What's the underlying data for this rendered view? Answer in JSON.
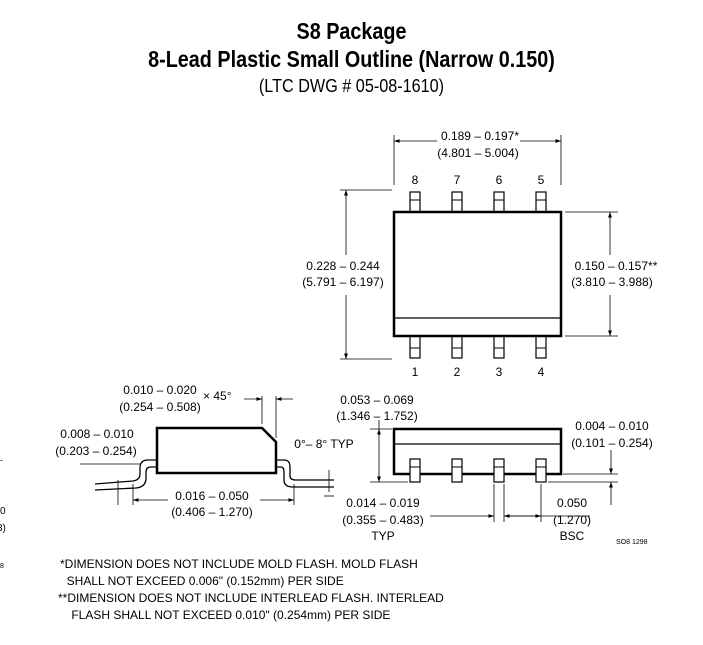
{
  "header": {
    "title": "S8 Package",
    "subtitle": "8-Lead Plastic Small Outline (Narrow 0.150)",
    "drawing_number": "(LTC DWG # 05-08-1610)"
  },
  "top_view": {
    "length_in": "0.189 – 0.197*",
    "length_mm": "(4.801 – 5.004)",
    "overall_width_in": "0.228 – 0.244",
    "overall_width_mm": "(5.791 – 6.197)",
    "body_width_in": "0.150 – 0.157**",
    "body_width_mm": "(3.810 – 3.988)",
    "pins_top": [
      "8",
      "7",
      "6",
      "5"
    ],
    "pins_bottom": [
      "1",
      "2",
      "3",
      "4"
    ]
  },
  "side_view": {
    "chamfer_in": "0.010 – 0.020",
    "chamfer_mm": "(0.254 – 0.508)",
    "chamfer_angle": "× 45°",
    "lead_thickness_in": "0.008 – 0.010",
    "lead_thickness_mm": "(0.203 – 0.254)",
    "foot_angle": "0°– 8° TYP",
    "foot_length_in": "0.016 – 0.050",
    "foot_length_mm": "(0.406 – 1.270)"
  },
  "front_view": {
    "height_in": "0.053 – 0.069",
    "height_mm": "(1.346 – 1.752)",
    "standoff_in": "0.004 – 0.010",
    "standoff_mm": "(0.101 – 0.254)",
    "lead_width_in": "0.014 – 0.019",
    "lead_width_mm": "(0.355 – 0.483)",
    "lead_width_suffix": "TYP",
    "pitch_in": "0.050",
    "pitch_mm": "(1.270)",
    "pitch_suffix": "BSC",
    "doc_code": "SO8 1298"
  },
  "notes": {
    "note1": "*DIMENSION DOES NOT INCLUDE MOLD FLASH. MOLD FLASH\n  SHALL NOT EXCEED 0.006\" (0.152mm) PER SIDE",
    "note2": "**DIMENSION DOES NOT INCLUDE INTERLEAD FLASH. INTERLEAD\n    FLASH SHALL NOT EXCEED 0.010\" (0.254mm) PER SIDE"
  },
  "edge_fragments": [
    "-",
    "0",
    "3)",
    "8"
  ]
}
